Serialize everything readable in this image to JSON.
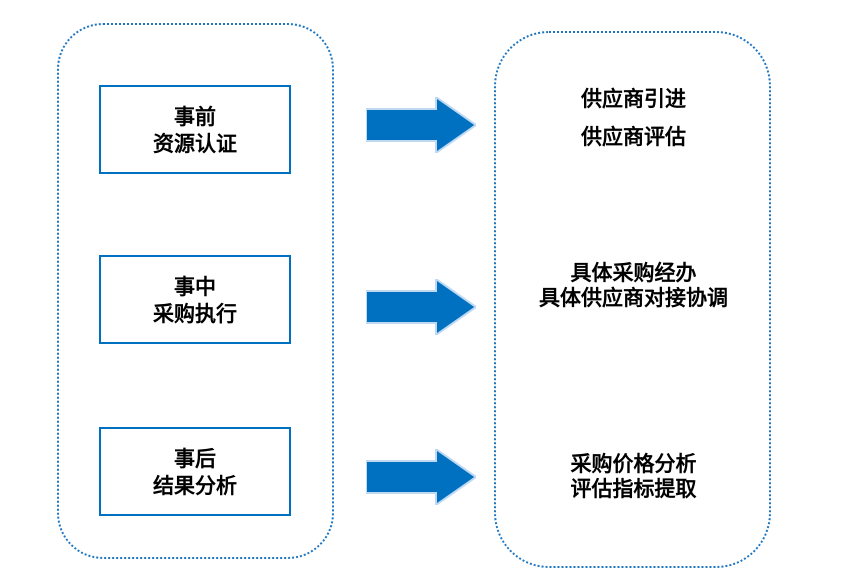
{
  "colors": {
    "primary_blue": "#0070C0",
    "dotted_border_blue": "#1D76C1",
    "arrow_fill": "#0070C0",
    "arrow_outline": "#BFD9F2",
    "text_black": "#000000",
    "background": "#FFFFFF"
  },
  "left_panel": {
    "stages": [
      {
        "line1": "事前",
        "line2": "资源认证"
      },
      {
        "line1": "事中",
        "line2": "采购执行"
      },
      {
        "line1": "事后",
        "line2": "结果分析"
      }
    ]
  },
  "right_panel": {
    "groups": [
      {
        "line1": "供应商引进",
        "line2": "供应商评估"
      },
      {
        "line1": "具体采购经办",
        "line2": "具体供应商对接协调"
      },
      {
        "line1": "采购价格分析",
        "line2": "评估指标提取"
      }
    ]
  }
}
